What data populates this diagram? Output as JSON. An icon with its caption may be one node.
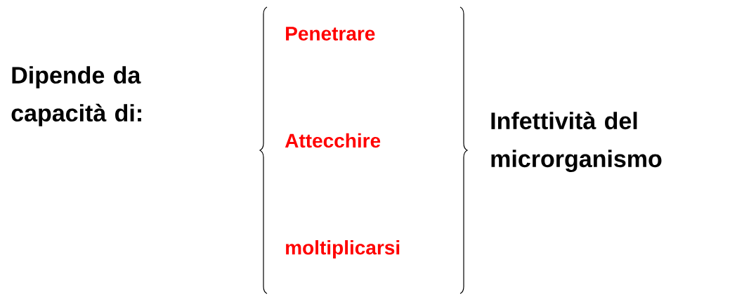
{
  "diagram": {
    "labels": [
      "Dipende da capacità di:",
      "Penetrare",
      "Attecchire",
      "moltiplicarsi",
      "Infettività del microrganismo"
    ]
  }
}
